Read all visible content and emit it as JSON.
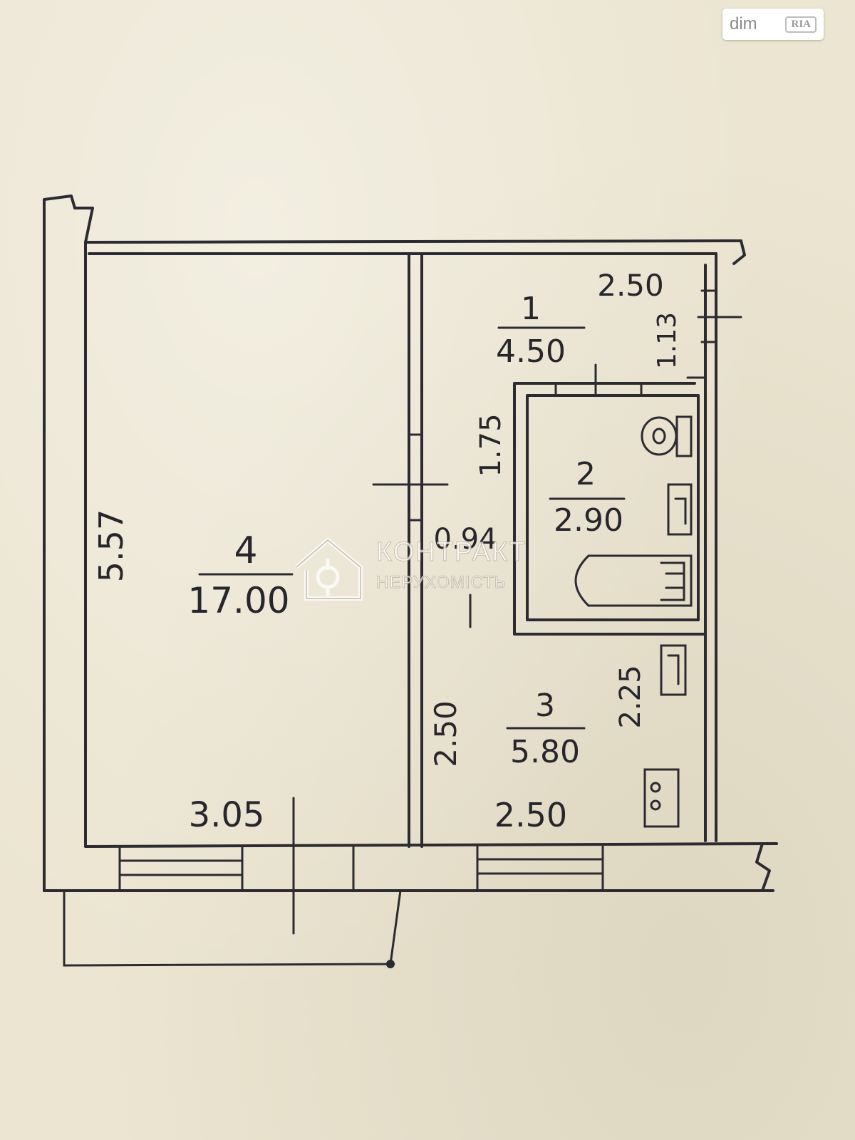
{
  "rooms": [
    {
      "number": "1",
      "area": "4.50"
    },
    {
      "number": "2",
      "area": "2.90"
    },
    {
      "number": "3",
      "area": "5.80"
    },
    {
      "number": "4",
      "area": "17.00"
    }
  ],
  "dimensions": {
    "room4_height": "5.57",
    "room4_width": "3.05",
    "room1_width": "2.50",
    "room1_depth": "1.13",
    "corridor_length": "1.75",
    "door_width": "0.94",
    "room3_depth_left": "2.50",
    "room3_depth_right": "2.25",
    "room3_width": "2.50"
  },
  "watermark": {
    "line1": "КОНТРАКТ",
    "line2": "НЕРУХОМІСТЬ"
  },
  "badge": {
    "left": "dim",
    "right": "RIA"
  }
}
